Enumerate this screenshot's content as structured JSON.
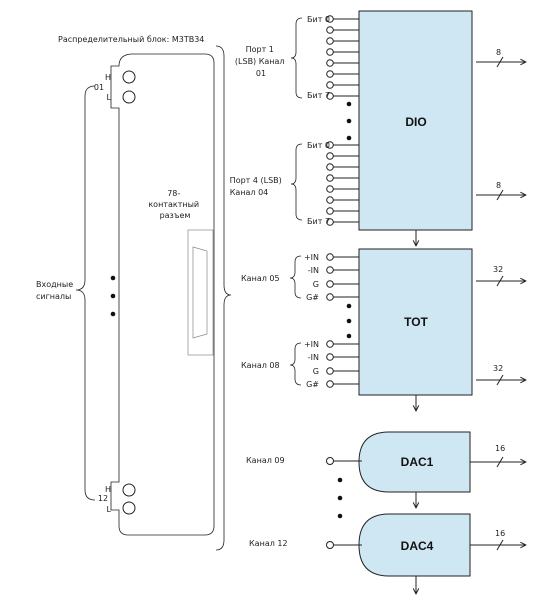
{
  "title": "Распределительный блок: M3TB34",
  "block_label": [
    "78-",
    "контактный",
    "разъем"
  ],
  "input_signals": [
    "Входные",
    "сигналы"
  ],
  "upper_channel": {
    "number": "01",
    "h": "H",
    "l": "L"
  },
  "lower_channel": {
    "number": "12",
    "h": "H",
    "l": "L"
  },
  "port1_label": [
    "Порт 1",
    "(LSB) Канал",
    "01"
  ],
  "port4_label": [
    "Порт 4 (LSB)",
    "Канал 04"
  ],
  "bit_first": "Бит 0",
  "bit_last": "Бит 7",
  "dio": {
    "name": "DIO",
    "bus_top": "8",
    "bus_bottom": "8"
  },
  "tot": {
    "name": "TOT",
    "bus_top": "32",
    "bus_bottom": "32"
  },
  "tot_pins": [
    "+IN",
    "-IN",
    "G",
    "G#"
  ],
  "channel_05": "Канал 05",
  "channel_08": "Канал 08",
  "channel_09": "Канал 09",
  "channel_12": "Канал 12",
  "dac1": {
    "name": "DAC1",
    "bus": "16"
  },
  "dac4": {
    "name": "DAC4",
    "bus": "16"
  },
  "colors": {
    "block_fill": "#cfe6f3",
    "line": "#222222"
  }
}
